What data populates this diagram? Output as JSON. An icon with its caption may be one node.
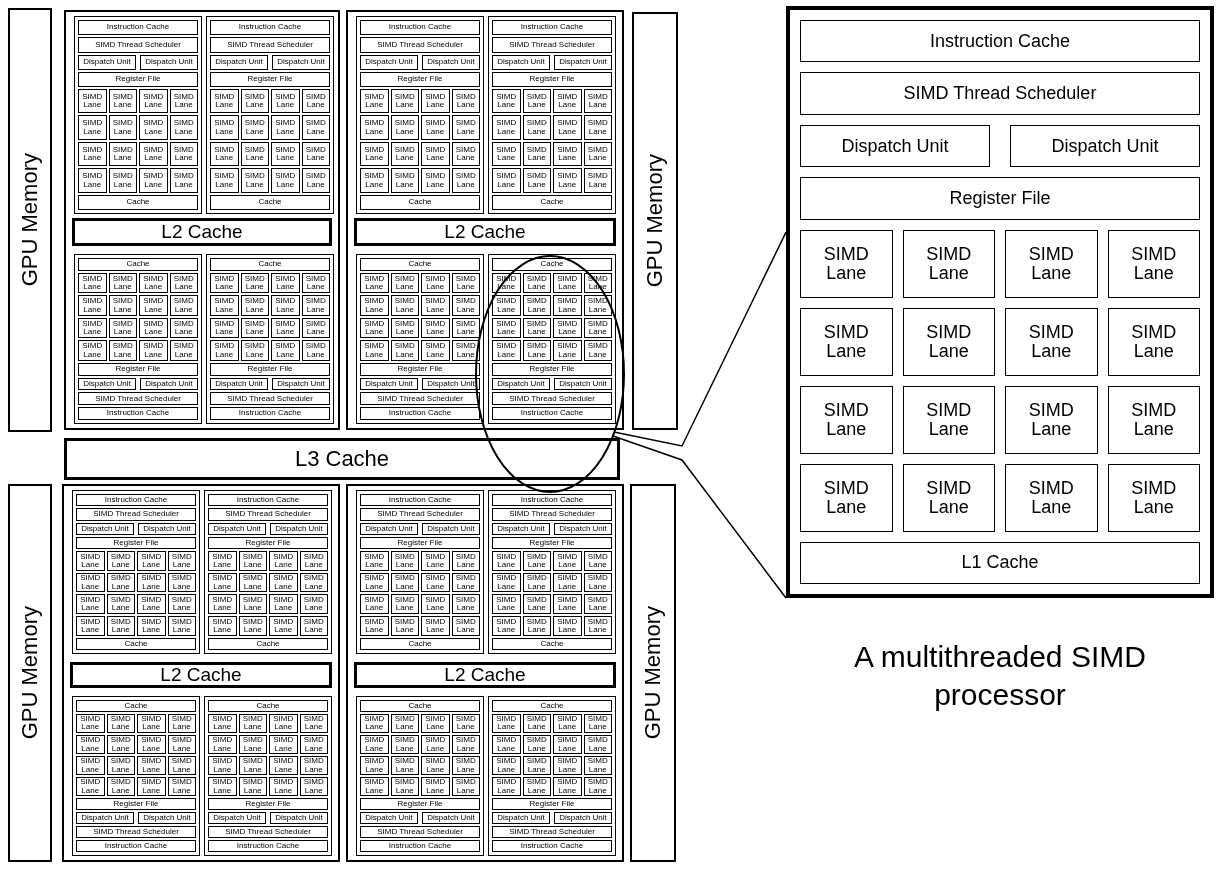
{
  "diagram": {
    "nodes": [
      {
        "text": [
          "GPU Memory"
        ]
      },
      {
        "text": [],
        "shape": "box"
      },
      {
        "text": [],
        "shape": "box",
        "in": 1
      },
      {
        "text": [
          "Instruction Cache"
        ],
        "in": 2
      },
      {
        "text": [
          "SIMD Thread Scheduler"
        ],
        "in": 2
      },
      {
        "text": [
          "Dispatch Unit"
        ],
        "in": 2
      },
      {
        "text": [
          "Dispatch Unit"
        ],
        "in": 2
      },
      {
        "text": [
          "Register File"
        ],
        "in": 2
      },
      {
        "text": [
          "SIMD Lane"
        ],
        "in": 2
      },
      {
        "text": [
          "SIMD Lane"
        ],
        "in": 2
      },
      {
        "text": [
          "SIMD Lane"
        ],
        "in": 2
      },
      {
        "text": [
          "SIMD Lane"
        ],
        "in": 2
      },
      {
        "text": [
          "SIMD Lane"
        ],
        "in": 2
      },
      {
        "text": [
          "SIMD Lane"
        ],
        "in": 2
      },
      {
        "text": [
          "SIMD Lane"
        ],
        "in": 2
      },
      {
        "text": [
          "SIMD Lane"
        ],
        "in": 2
      },
      {
        "text": [
          "SIMD Lane"
        ],
        "in": 2
      },
      {
        "text": [
          "SIMD Lane"
        ],
        "in": 2
      },
      {
        "text": [
          "SIMD Lane"
        ],
        "in": 2
      },
      {
        "text": [
          "SIMD Lane"
        ],
        "in": 2
      },
      {
        "text": [
          "SIMD Lane"
        ],
        "in": 2
      },
      {
        "text": [
          "SIMD Lane"
        ],
        "in": 2
      },
      {
        "text": [
          "SIMD Lane"
        ],
        "in": 2
      },
      {
        "text": [
          "SIMD Lane"
        ],
        "in": 2
      },
      {
        "text": [
          "Cache"
        ],
        "in": 2
      },
      {
        "text": [],
        "shape": "box",
        "in": 1
      },
      {
        "text": [
          "Instruction Cache"
        ],
        "in": 25
      },
      {
        "text": [
          "SIMD Thread Scheduler"
        ],
        "in": 25
      },
      {
        "text": [
          "Dispatch Unit"
        ],
        "in": 25
      },
      {
        "text": [
          "Dispatch Unit"
        ],
        "in": 25
      },
      {
        "text": [
          "Register File"
        ],
        "in": 25
      },
      {
        "text": [
          "SIMD Lane"
        ],
        "in": 25
      },
      {
        "text": [
          "SIMD Lane"
        ],
        "in": 25
      },
      {
        "text": [
          "SIMD Lane"
        ],
        "in": 25
      },
      {
        "text": [
          "SIMD Lane"
        ],
        "in": 25
      },
      {
        "text": [
          "SIMD Lane"
        ],
        "in": 25
      },
      {
        "text": [
          "SIMD Lane"
        ],
        "in": 25
      },
      {
        "text": [
          "SIMD Lane"
        ],
        "in": 25
      },
      {
        "text": [
          "SIMD Lane"
        ],
        "in": 25
      },
      {
        "text": [
          "SIMD Lane"
        ],
        "in": 25
      },
      {
        "text": [
          "SIMD Lane"
        ],
        "in": 25
      },
      {
        "text": [
          "SIMD Lane"
        ],
        "in": 25
      },
      {
        "text": [
          "SIMD Lane"
        ],
        "in": 25
      },
      {
        "text": [
          "SIMD Lane"
        ],
        "in": 25
      },
      {
        "text": [
          "SIMD Lane"
        ],
        "in": 25
      },
      {
        "text": [
          "SIMD Lane"
        ],
        "in": 25
      },
      {
        "text": [
          "SIMD Lane"
        ],
        "in": 25
      },
      {
        "text": [
          "Cache"
        ],
        "in": 25
      },
      {
        "text": [
          "L2 Cache"
        ],
        "in": 1
      },
      {
        "text": [],
        "shape": "box",
        "in": 1
      },
      {
        "text": [
          "Cache"
        ],
        "in": 49
      },
      {
        "text": [
          "SIMD Lane"
        ],
        "in": 49
      },
      {
        "text": [
          "SIMD Lane"
        ],
        "in": 49
      },
      {
        "text": [
          "SIMD Lane"
        ],
        "in": 49
      },
      {
        "text": [
          "SIMD Lane"
        ],
        "in": 49
      },
      {
        "text": [
          "SIMD Lane"
        ],
        "in": 49
      },
      {
        "text": [
          "SIMD Lane"
        ],
        "in": 49
      },
      {
        "text": [
          "SIMD Lane"
        ],
        "in": 49
      },
      {
        "text": [
          "SIMD Lane"
        ],
        "in": 49
      },
      {
        "text": [
          "SIMD Lane"
        ],
        "in": 49
      },
      {
        "text": [
          "SIMD Lane"
        ],
        "in": 49
      },
      {
        "text": [
          "SIMD Lane"
        ],
        "in": 49
      },
      {
        "text": [
          "SIMD Lane"
        ],
        "in": 49
      },
      {
        "text": [
          "SIMD Lane"
        ],
        "in": 49
      },
      {
        "text": [
          "SIMD Lane"
        ],
        "in": 49
      },
      {
        "text": [
          "SIMD Lane"
        ],
        "in": 49
      },
      {
        "text": [
          "SIMD Lane"
        ],
        "in": 49
      },
      {
        "text": [
          "Register File"
        ],
        "in": 49
      },
      {
        "text": [
          "Dispatch Unit"
        ],
        "in": 49
      },
      {
        "text": [
          "Dispatch Unit"
        ],
        "in": 49
      },
      {
        "text": [
          "SIMD Thread Scheduler"
        ],
        "in": 49
      },
      {
        "text": [
          "Instruction Cache"
        ],
        "in": 49
      },
      {
        "text": [],
        "shape": "box",
        "in": 1
      },
      {
        "text": [
          "Cache"
        ],
        "in": 72
      },
      {
        "text": [
          "SIMD Lane"
        ],
        "in": 72
      },
      {
        "text": [
          "SIMD Lane"
        ],
        "in": 72
      },
      {
        "text": [
          "SIMD Lane"
        ],
        "in": 72
      },
      {
        "text": [
          "SIMD Lane"
        ],
        "in": 72
      },
      {
        "text": [
          "SIMD Lane"
        ],
        "in": 72
      },
      {
        "text": [
          "SIMD Lane"
        ],
        "in": 72
      },
      {
        "text": [
          "SIMD Lane"
        ],
        "in": 72
      },
      {
        "text": [
          "SIMD Lane"
        ],
        "in": 72
      },
      {
        "text": [
          "SIMD Lane"
        ],
        "in": 72
      },
      {
        "text": [
          "SIMD Lane"
        ],
        "in": 72
      },
      {
        "text": [
          "SIMD Lane"
        ],
        "in": 72
      },
      {
        "text": [
          "SIMD Lane"
        ],
        "in": 72
      },
      {
        "text": [
          "SIMD Lane"
        ],
        "in": 72
      },
      {
        "text": [
          "SIMD Lane"
        ],
        "in": 72
      },
      {
        "text": [
          "SIMD Lane"
        ],
        "in": 72
      },
      {
        "text": [
          "SIMD Lane"
        ],
        "in": 72
      },
      {
        "text": [
          "Register File"
        ],
        "in": 72
      },
      {
        "text": [
          "Dispatch Unit"
        ],
        "in": 72
      },
      {
        "text": [
          "Dispatch Unit"
        ],
        "in": 72
      },
      {
        "text": [
          "SIMD Thread Scheduler"
        ],
        "in": 72
      },
      {
        "text": [
          "Instruction Cache"
        ],
        "in": 72
      },
      {
        "text": [],
        "shape": "box"
      },
      {
        "text": [],
        "shape": "box",
        "in": 95
      },
      {
        "text": [
          "Instruction Cache"
        ],
        "in": 96
      },
      {
        "text": [
          "SIMD Thread Scheduler"
        ],
        "in": 96
      },
      {
        "text": [
          "Dispatch Unit"
        ],
        "in": 96
      },
      {
        "text": [
          "Dispatch Unit"
        ],
        "in": 96
      },
      {
        "text": [
          "Register File"
        ],
        "in": 96
      },
      {
        "text": [
          "SIMD Lane"
        ],
        "in": 96
      },
      {
        "text": [
          "SIMD Lane"
        ],
        "in": 96
      },
      {
        "text": [
          "SIMD Lane"
        ],
        "in": 96
      },
      {
        "text": [
          "SIMD Lane"
        ],
        "in": 96
      },
      {
        "text": [
          "SIMD Lane"
        ],
        "in": 96
      },
      {
        "text": [
          "SIMD Lane"
        ],
        "in": 96
      },
      {
        "text": [
          "SIMD Lane"
        ],
        "in": 96
      },
      {
        "text": [
          "SIMD Lane"
        ],
        "in": 96
      },
      {
        "text": [
          "SIMD Lane"
        ],
        "in": 96
      },
      {
        "text": [
          "SIMD Lane"
        ],
        "in": 96
      },
      {
        "text": [
          "SIMD Lane"
        ],
        "in": 96
      },
      {
        "text": [
          "SIMD Lane"
        ],
        "in": 96
      },
      {
        "text": [
          "SIMD Lane"
        ],
        "in": 96
      },
      {
        "text": [
          "SIMD Lane"
        ],
        "in": 96
      },
      {
        "text": [
          "SIMD Lane"
        ],
        "in": 96
      },
      {
        "text": [
          "SIMD Lane"
        ],
        "in": 96
      },
      {
        "text": [
          "Cache"
        ],
        "in": 96
      },
      {
        "text": [],
        "shape": "box",
        "in": 95
      },
      {
        "text": [
          "Instruction Cache"
        ],
        "in": 119
      },
      {
        "text": [
          "SIMD Thread Scheduler"
        ],
        "in": 119
      },
      {
        "text": [
          "Dispatch Unit"
        ],
        "in": 119
      },
      {
        "text": [
          "Dispatch Unit"
        ],
        "in": 119
      },
      {
        "text": [
          "Register File"
        ],
        "in": 119
      },
      {
        "text": [
          "SIMD Lane"
        ],
        "in": 119
      },
      {
        "text": [
          "SIMD Lane"
        ],
        "in": 119
      },
      {
        "text": [
          "SIMD Lane"
        ],
        "in": 119
      },
      {
        "text": [
          "SIMD Lane"
        ],
        "in": 119
      },
      {
        "text": [
          "SIMD Lane"
        ],
        "in": 119
      },
      {
        "text": [
          "SIMD Lane"
        ],
        "in": 119
      },
      {
        "text": [
          "SIMD Lane"
        ],
        "in": 119
      },
      {
        "text": [
          "SIMD Lane"
        ],
        "in": 119
      },
      {
        "text": [
          "SIMD Lane"
        ],
        "in": 119
      },
      {
        "text": [
          "SIMD Lane"
        ],
        "in": 119
      },
      {
        "text": [
          "SIMD Lane"
        ],
        "in": 119
      },
      {
        "text": [
          "SIMD Lane"
        ],
        "in": 119
      },
      {
        "text": [
          "SIMD Lane"
        ],
        "in": 119
      },
      {
        "text": [
          "SIMD Lane"
        ],
        "in": 119
      },
      {
        "text": [
          "SIMD Lane"
        ],
        "in": 119
      },
      {
        "text": [
          "SIMD Lane"
        ],
        "in": 119
      },
      {
        "text": [
          "Cache"
        ],
        "in": 119
      },
      {
        "text": [
          "L2 Cache"
        ],
        "in": 95
      },
      {
        "text": [],
        "shape": "box",
        "in": 95
      },
      {
        "text": [
          "Cache"
        ],
        "in": 143
      },
      {
        "text": [
          "SIMD Lane"
        ],
        "in": 143
      },
      {
        "text": [
          "SIMD Lane"
        ],
        "in": 143
      },
      {
        "text": [
          "SIMD Lane"
        ],
        "in": 143
      },
      {
        "text": [
          "SIMD Lane"
        ],
        "in": 143
      },
      {
        "text": [
          "SIMD Lane"
        ],
        "in": 143
      },
      {
        "text": [
          "SIMD Lane"
        ],
        "in": 143
      },
      {
        "text": [
          "SIMD Lane"
        ],
        "in": 143
      },
      {
        "text": [
          "SIMD Lane"
        ],
        "in": 143
      },
      {
        "text": [
          "SIMD Lane"
        ],
        "in": 143
      },
      {
        "text": [
          "SIMD Lane"
        ],
        "in": 143
      },
      {
        "text": [
          "SIMD Lane"
        ],
        "in": 143
      },
      {
        "text": [
          "SIMD Lane"
        ],
        "in": 143
      },
      {
        "text": [
          "SIMD Lane"
        ],
        "in": 143
      },
      {
        "text": [
          "SIMD Lane"
        ],
        "in": 143
      },
      {
        "text": [
          "SIMD Lane"
        ],
        "in": 143
      },
      {
        "text": [
          "SIMD Lane"
        ],
        "in": 143
      },
      {
        "text": [
          "Register File"
        ],
        "in": 143
      },
      {
        "text": [
          "Dispatch Unit"
        ],
        "in": 143
      },
      {
        "text": [
          "Dispatch Unit"
        ],
        "in": 143
      },
      {
        "text": [
          "SIMD Thread Scheduler"
        ],
        "in": 143
      },
      {
        "text": [
          "Instruction Cache"
        ],
        "in": 143
      },
      {
        "text": [],
        "shape": "box"
      },
      {
        "text": [
          "Cache"
        ],
        "in": 166
      },
      {
        "text": [
          "SIMD Lane"
        ],
        "in": 166
      },
      {
        "text": [
          "SIMD Lane"
        ],
        "in": 166
      },
      {
        "text": [
          "SIMD Lane"
        ],
        "in": 166
      },
      {
        "text": [
          "SIMD Lane"
        ],
        "in": 166
      },
      {
        "text": [
          "SIMD Lane"
        ],
        "in": 166
      },
      {
        "text": [
          "SIMD Lane"
        ],
        "in": 166
      },
      {
        "text": [
          "SIMD Lane"
        ],
        "in": 166
      },
      {
        "text": [
          "SIMD Lane"
        ],
        "in": 166
      },
      {
        "text": [
          "SIMD Lane"
        ],
        "in": 166
      },
      {
        "text": [
          "SIMD Lane"
        ],
        "in": 166
      },
      {
        "text": [
          "SIMD Lane"
        ],
        "in": 166
      },
      {
        "text": [
          "SIMD Lane"
        ],
        "in": 166
      },
      {
        "text": [
          "SIMD Lane"
        ],
        "in": 166
      },
      {
        "text": [
          "SIMD Lane"
        ],
        "in": 166
      },
      {
        "text": [
          "SIMD Lane"
        ],
        "in": 166
      },
      {
        "text": [
          "SIMD Lane"
        ],
        "in": 166
      },
      {
        "text": [
          "Register File"
        ],
        "in": 166
      },
      {
        "text": [
          "Dispatch Unit"
        ],
        "in": 166
      },
      {
        "text": [
          "Dispatch Unit"
        ],
        "in": 166
      },
      {
        "text": [
          "SIMD Thread Scheduler"
        ],
        "in": 166
      },
      {
        "text": [
          "Instruction Cache"
        ],
        "in": 166
      },
      {
        "text": [
          "GPU Memory"
        ]
      },
      {
        "text": [
          "L3 Cache"
        ]
      },
      {
        "text": [
          "GPU Memory"
        ]
      },
      {
        "text": [],
        "shape": "box"
      },
      {
        "text": [],
        "shape": "box",
        "in": 192
      },
      {
        "text": [
          "Instruction Cache"
        ],
        "in": 193
      },
      {
        "text": [
          "SIMD Thread Scheduler"
        ],
        "in": 193
      },
      {
        "text": [
          "Dispatch Unit"
        ],
        "in": 193
      },
      {
        "text": [
          "Dispatch Unit"
        ],
        "in": 193
      },
      {
        "text": [
          "Register File"
        ],
        "in": 193
      },
      {
        "text": [
          "SIMD Lane"
        ],
        "in": 193
      },
      {
        "text": [
          "SIMD Lane"
        ],
        "in": 193
      },
      {
        "text": [
          "SIMD Lane"
        ],
        "in": 193
      },
      {
        "text": [
          "SIMD Lane"
        ],
        "in": 193
      },
      {
        "text": [
          "SIMD Lane"
        ],
        "in": 193
      },
      {
        "text": [
          "SIMD Lane"
        ],
        "in": 193
      },
      {
        "text": [
          "SIMD Lane"
        ],
        "in": 193
      },
      {
        "text": [
          "SIMD Lane"
        ],
        "in": 193
      },
      {
        "text": [
          "SIMD Lane"
        ],
        "in": 193
      },
      {
        "text": [
          "SIMD Lane"
        ],
        "in": 193
      },
      {
        "text": [
          "SIMD Lane"
        ],
        "in": 193
      },
      {
        "text": [
          "SIMD Lane"
        ],
        "in": 193
      },
      {
        "text": [
          "SIMD Lane"
        ],
        "in": 193
      },
      {
        "text": [
          "SIMD Lane"
        ],
        "in": 193
      },
      {
        "text": [
          "SIMD Lane"
        ],
        "in": 193
      },
      {
        "text": [
          "SIMD Lane"
        ],
        "in": 193
      },
      {
        "text": [
          "Cache"
        ],
        "in": 193
      },
      {
        "text": [],
        "shape": "box",
        "in": 192
      },
      {
        "text": [
          "Instruction Cache"
        ],
        "in": 216
      },
      {
        "text": [
          "SIMD Thread Scheduler"
        ],
        "in": 216
      },
      {
        "text": [
          "Dispatch Unit"
        ],
        "in": 216
      },
      {
        "text": [
          "Dispatch Unit"
        ],
        "in": 216
      },
      {
        "text": [
          "Register File"
        ],
        "in": 216
      },
      {
        "text": [
          "SIMD Lane"
        ],
        "in": 216
      },
      {
        "text": [
          "SIMD Lane"
        ],
        "in": 216
      },
      {
        "text": [
          "SIMD Lane"
        ],
        "in": 216
      },
      {
        "text": [
          "SIMD Lane"
        ],
        "in": 216
      },
      {
        "text": [
          "SIMD Lane"
        ],
        "in": 216
      },
      {
        "text": [
          "SIMD Lane"
        ],
        "in": 216
      },
      {
        "text": [
          "SIMD Lane"
        ],
        "in": 216
      },
      {
        "text": [
          "SIMD Lane"
        ],
        "in": 216
      },
      {
        "text": [
          "SIMD Lane"
        ],
        "in": 216
      },
      {
        "text": [
          "SIMD Lane"
        ],
        "in": 216
      },
      {
        "text": [
          "SIMD Lane"
        ],
        "in": 216
      },
      {
        "text": [
          "SIMD Lane"
        ],
        "in": 216
      },
      {
        "text": [
          "SIMD Lane"
        ],
        "in": 216
      },
      {
        "text": [
          "SIMD Lane"
        ],
        "in": 216
      },
      {
        "text": [
          "SIMD Lane"
        ],
        "in": 216
      },
      {
        "text": [
          "SIMD Lane"
        ],
        "in": 216
      },
      {
        "text": [
          "Cache"
        ],
        "in": 216
      },
      {
        "text": [
          "L2 Cache"
        ],
        "in": 192
      },
      {
        "text": [],
        "shape": "box",
        "in": 192
      },
      {
        "text": [
          "Cache"
        ],
        "in": 240
      },
      {
        "text": [
          "SIMD Lane"
        ],
        "in": 240
      },
      {
        "text": [
          "SIMD Lane"
        ],
        "in": 240
      },
      {
        "text": [
          "SIMD Lane"
        ],
        "in": 240
      },
      {
        "text": [
          "SIMD Lane"
        ],
        "in": 240
      },
      {
        "text": [
          "SIMD Lane"
        ],
        "in": 240
      },
      {
        "text": [
          "SIMD Lane"
        ],
        "in": 240
      },
      {
        "text": [
          "SIMD Lane"
        ],
        "in": 240
      },
      {
        "text": [
          "SIMD Lane"
        ],
        "in": 240
      },
      {
        "text": [
          "SIMD Lane"
        ],
        "in": 240
      },
      {
        "text": [
          "SIMD Lane"
        ],
        "in": 240
      },
      {
        "text": [
          "SIMD Lane"
        ],
        "in": 240
      },
      {
        "text": [
          "SIMD Lane"
        ],
        "in": 240
      },
      {
        "text": [
          "SIMD Lane"
        ],
        "in": 240
      },
      {
        "text": [
          "SIMD Lane"
        ],
        "in": 240
      },
      {
        "text": [
          "SIMD Lane"
        ],
        "in": 240
      },
      {
        "text": [
          "SIMD Lane"
        ],
        "in": 240
      },
      {
        "text": [
          "Register File"
        ],
        "in": 240
      },
      {
        "text": [
          "Dispatch Unit"
        ],
        "in": 240
      },
      {
        "text": [
          "Dispatch Unit"
        ],
        "in": 240
      },
      {
        "text": [
          "SIMD Thread Scheduler"
        ],
        "in": 240
      },
      {
        "text": [
          "Instruction Cache"
        ],
        "in": 240
      },
      {
        "text": [],
        "shape": "box",
        "in": 192
      },
      {
        "text": [
          "Cache"
        ],
        "in": 263
      },
      {
        "text": [
          "SIMD Lane"
        ],
        "in": 263
      },
      {
        "text": [
          "SIMD Lane"
        ],
        "in": 263
      },
      {
        "text": [
          "SIMD Lane"
        ],
        "in": 263
      },
      {
        "text": [
          "SIMD Lane"
        ],
        "in": 263
      },
      {
        "text": [
          "SIMD Lane"
        ],
        "in": 263
      },
      {
        "text": [
          "SIMD Lane"
        ],
        "in": 263
      },
      {
        "text": [
          "SIMD Lane"
        ],
        "in": 263
      },
      {
        "text": [
          "SIMD Lane"
        ],
        "in": 263
      },
      {
        "text": [
          "SIMD Lane"
        ],
        "in": 263
      },
      {
        "text": [
          "SIMD Lane"
        ],
        "in": 263
      },
      {
        "text": [
          "SIMD Lane"
        ],
        "in": 263
      },
      {
        "text": [
          "SIMD Lane"
        ],
        "in": 263
      },
      {
        "text": [
          "SIMD Lane"
        ],
        "in": 263
      },
      {
        "text": [
          "SIMD Lane"
        ],
        "in": 263
      },
      {
        "text": [
          "SIMD Lane"
        ],
        "in": 263
      },
      {
        "text": [
          "SIMD Lane"
        ],
        "in": 263
      },
      {
        "text": [
          "Register File"
        ],
        "in": 263
      },
      {
        "text": [
          "Dispatch Unit"
        ],
        "in": 263
      },
      {
        "text": [
          "Dispatch Unit"
        ],
        "in": 263
      },
      {
        "text": [
          "SIMD Thread Scheduler"
        ],
        "in": 263
      },
      {
        "text": [
          "Instruction Cache"
        ],
        "in": 263
      },
      {
        "text": [],
        "shape": "box"
      },
      {
        "text": [],
        "shape": "box",
        "in": 286
      },
      {
        "text": [
          "Instruction Cache"
        ],
        "in": 287
      },
      {
        "text": [
          "SIMD Thread Scheduler"
        ],
        "in": 287
      },
      {
        "text": [
          "Dispatch Unit"
        ],
        "in": 287
      },
      {
        "text": [
          "Dispatch Unit"
        ],
        "in": 287
      },
      {
        "text": [
          "Register File"
        ],
        "in": 287
      },
      {
        "text": [
          "SIMD Lane"
        ],
        "in": 287
      },
      {
        "text": [
          "SIMD Lane"
        ],
        "in": 287
      },
      {
        "text": [
          "SIMD Lane"
        ],
        "in": 287
      },
      {
        "text": [
          "SIMD Lane"
        ],
        "in": 287
      },
      {
        "text": [
          "SIMD Lane"
        ],
        "in": 287
      },
      {
        "text": [
          "SIMD Lane"
        ],
        "in": 287
      },
      {
        "text": [
          "SIMD Lane"
        ],
        "in": 287
      },
      {
        "text": [
          "SIMD Lane"
        ],
        "in": 287
      },
      {
        "text": [
          "SIMD Lane"
        ],
        "in": 287
      },
      {
        "text": [
          "SIMD Lane"
        ],
        "in": 287
      },
      {
        "text": [
          "SIMD Lane"
        ],
        "in": 287
      },
      {
        "text": [
          "SIMD Lane"
        ],
        "in": 287
      },
      {
        "text": [
          "SIMD Lane"
        ],
        "in": 287
      },
      {
        "text": [
          "SIMD Lane"
        ],
        "in": 287
      },
      {
        "text": [
          "SIMD Lane"
        ],
        "in": 287
      },
      {
        "text": [
          "SIMD Lane"
        ],
        "in": 287
      },
      {
        "text": [
          "Cache"
        ],
        "in": 287
      },
      {
        "text": [],
        "shape": "box",
        "in": 286
      },
      {
        "text": [
          "Instruction Cache"
        ],
        "in": 310
      },
      {
        "text": [
          "SIMD Thread Scheduler"
        ],
        "in": 310
      },
      {
        "text": [
          "Dispatch Unit"
        ],
        "in": 310
      },
      {
        "text": [
          "Dispatch Unit"
        ],
        "in": 310
      },
      {
        "text": [
          "Register File"
        ],
        "in": 310
      },
      {
        "text": [
          "SIMD Lane"
        ],
        "in": 310
      },
      {
        "text": [
          "SIMD Lane"
        ],
        "in": 310
      },
      {
        "text": [
          "SIMD Lane"
        ],
        "in": 310
      },
      {
        "text": [
          "SIMD Lane"
        ],
        "in": 310
      },
      {
        "text": [
          "SIMD Lane"
        ],
        "in": 310
      },
      {
        "text": [
          "SIMD Lane"
        ],
        "in": 310
      },
      {
        "text": [
          "SIMD Lane"
        ],
        "in": 310
      },
      {
        "text": [
          "SIMD Lane"
        ],
        "in": 310
      },
      {
        "text": [
          "SIMD Lane"
        ],
        "in": 310
      },
      {
        "text": [
          "SIMD Lane"
        ],
        "in": 310
      },
      {
        "text": [
          "SIMD Lane"
        ],
        "in": 310
      },
      {
        "text": [
          "SIMD Lane"
        ],
        "in": 310
      },
      {
        "text": [
          "SIMD Lane"
        ],
        "in": 310
      },
      {
        "text": [
          "SIMD Lane"
        ],
        "in": 310
      },
      {
        "text": [
          "SIMD Lane"
        ],
        "in": 310
      },
      {
        "text": [
          "SIMD Lane"
        ],
        "in": 310
      },
      {
        "text": [
          "Cache"
        ],
        "in": 310
      },
      {
        "text": [
          "L2 Cache"
        ],
        "in": 286
      },
      {
        "text": [],
        "shape": "box",
        "in": 286
      },
      {
        "text": [
          "Cache"
        ],
        "in": 334
      },
      {
        "text": [
          "SIMD Lane"
        ],
        "in": 334
      },
      {
        "text": [
          "SIMD Lane"
        ],
        "in": 334
      },
      {
        "text": [
          "SIMD Lane"
        ],
        "in": 334
      },
      {
        "text": [
          "SIMD Lane"
        ],
        "in": 334
      },
      {
        "text": [
          "SIMD Lane"
        ],
        "in": 334
      },
      {
        "text": [
          "SIMD Lane"
        ],
        "in": 334
      },
      {
        "text": [
          "SIMD Lane"
        ],
        "in": 334
      },
      {
        "text": [
          "SIMD Lane"
        ],
        "in": 334
      },
      {
        "text": [
          "SIMD Lane"
        ],
        "in": 334
      },
      {
        "text": [
          "SIMD Lane"
        ],
        "in": 334
      },
      {
        "text": [
          "SIMD Lane"
        ],
        "in": 334
      },
      {
        "text": [
          "SIMD Lane"
        ],
        "in": 334
      },
      {
        "text": [
          "SIMD Lane"
        ],
        "in": 334
      },
      {
        "text": [
          "SIMD Lane"
        ],
        "in": 334
      },
      {
        "text": [
          "SIMD Lane"
        ],
        "in": 334
      },
      {
        "text": [
          "SIMD Lane"
        ],
        "in": 334
      },
      {
        "text": [
          "Register File"
        ],
        "in": 334
      },
      {
        "text": [
          "Dispatch Unit"
        ],
        "in": 334
      },
      {
        "text": [
          "Dispatch Unit"
        ],
        "in": 334
      },
      {
        "text": [
          "SIMD Thread Scheduler"
        ],
        "in": 334
      },
      {
        "text": [
          "Instruction Cache"
        ],
        "in": 334
      },
      {
        "text": [],
        "shape": "box",
        "in": 286
      },
      {
        "text": [
          "Cache"
        ],
        "in": 357
      },
      {
        "text": [
          "SIMD Lane"
        ],
        "in": 357
      },
      {
        "text": [
          "SIMD Lane"
        ],
        "in": 357
      },
      {
        "text": [
          "SIMD Lane"
        ],
        "in": 357
      },
      {
        "text": [
          "SIMD Lane"
        ],
        "in": 357
      },
      {
        "text": [
          "SIMD Lane"
        ],
        "in": 357
      },
      {
        "text": [
          "SIMD Lane"
        ],
        "in": 357
      },
      {
        "text": [
          "SIMD Lane"
        ],
        "in": 357
      },
      {
        "text": [
          "SIMD Lane"
        ],
        "in": 357
      },
      {
        "text": [
          "SIMD Lane"
        ],
        "in": 357
      },
      {
        "text": [
          "SIMD Lane"
        ],
        "in": 357
      },
      {
        "text": [
          "SIMD Lane"
        ],
        "in": 357
      },
      {
        "text": [
          "SIMD Lane"
        ],
        "in": 357
      },
      {
        "text": [
          "SIMD Lane"
        ],
        "in": 357
      },
      {
        "text": [
          "SIMD Lane"
        ],
        "in": 357
      },
      {
        "text": [
          "SIMD Lane"
        ],
        "in": 357
      },
      {
        "text": [
          "SIMD Lane"
        ],
        "in": 357
      },
      {
        "text": [
          "Register File"
        ],
        "in": 357
      },
      {
        "text": [
          "Dispatch Unit"
        ],
        "in": 357
      },
      {
        "text": [
          "Dispatch Unit"
        ],
        "in": 357
      },
      {
        "text": [
          "SIMD Thread Scheduler"
        ],
        "in": 357
      },
      {
        "text": [
          "Instruction Cache"
        ],
        "in": 357
      },
      {
        "text": [
          "GPU Memory"
        ]
      },
      {
        "text": [],
        "shape": "box",
        "beside": [
          "A multithreaded SIMD processor"
        ]
      },
      {
        "text": [
          "Instruction Cache"
        ],
        "in": 381
      },
      {
        "text": [
          "SIMD Thread Scheduler"
        ],
        "in": 381
      },
      {
        "text": [
          "Dispatch Unit"
        ],
        "in": 381
      },
      {
        "text": [
          "Dispatch Unit"
        ],
        "in": 381
      },
      {
        "text": [
          "Register File"
        ],
        "in": 381
      },
      {
        "text": [
          "SIMD Lane"
        ],
        "in": 381
      },
      {
        "text": [
          "SIMD Lane"
        ],
        "in": 381
      },
      {
        "text": [
          "SIMD Lane"
        ],
        "in": 381
      },
      {
        "text": [
          "SIMD Lane"
        ],
        "in": 381
      },
      {
        "text": [
          "SIMD Lane"
        ],
        "in": 381
      },
      {
        "text": [
          "SIMD Lane"
        ],
        "in": 381
      },
      {
        "text": [
          "SIMD Lane"
        ],
        "in": 381
      },
      {
        "text": [
          "SIMD Lane"
        ],
        "in": 381
      },
      {
        "text": [
          "SIMD Lane"
        ],
        "in": 381
      },
      {
        "text": [
          "SIMD Lane"
        ],
        "in": 381
      },
      {
        "text": [
          "SIMD Lane"
        ],
        "in": 381
      },
      {
        "text": [
          "SIMD Lane"
        ],
        "in": 381
      },
      {
        "text": [
          "SIMD Lane"
        ],
        "in": 381
      },
      {
        "text": [
          "SIMD Lane"
        ],
        "in": 381
      },
      {
        "text": [
          "SIMD Lane"
        ],
        "in": 381
      },
      {
        "text": [
          "SIMD Lane"
        ],
        "in": 381
      },
      {
        "text": [
          "L1 Cache"
        ],
        "in": 381
      },
      {
        "text": [],
        "shape": "ellipse"
      }
    ],
    "edges": [
      {
        "from": 404,
        "to": 381,
        "arrow": "none"
      },
      {
        "from": 404,
        "to": 381,
        "arrow": "none"
      }
    ]
  }
}
